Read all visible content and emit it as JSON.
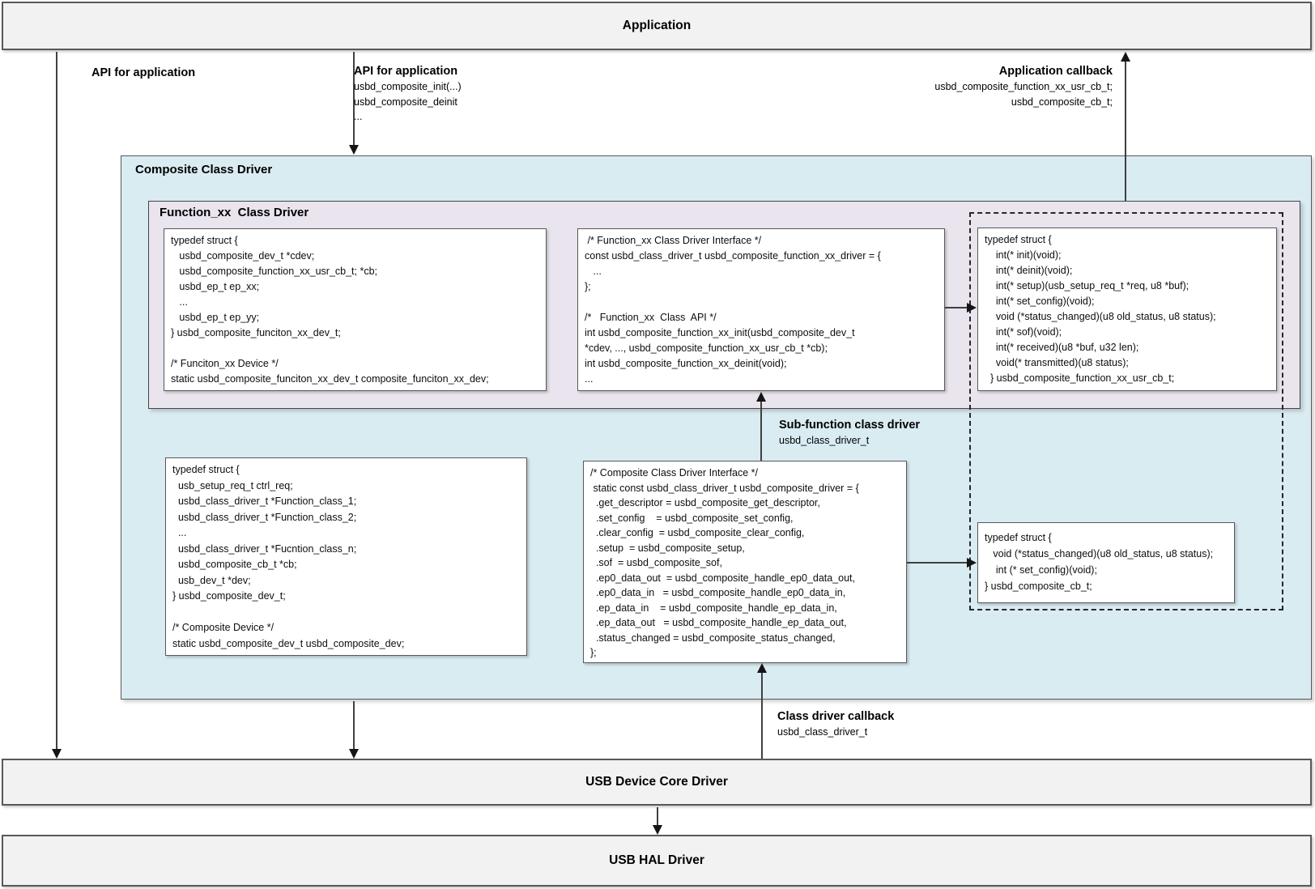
{
  "app_bar": {
    "title": "Application"
  },
  "core_bar": {
    "title": "USB Device Core Driver"
  },
  "hal_bar": {
    "title": "USB HAL Driver"
  },
  "composite_box": {
    "title": "Composite Class Driver"
  },
  "function_box": {
    "title": "Function_xx  Class Driver"
  },
  "labels": {
    "api_left": {
      "title": "API for application"
    },
    "api_mid": {
      "title": "API for application",
      "lines": [
        "usbd_composite_init(...)",
        "usbd_composite_deinit",
        "..."
      ]
    },
    "app_callback": {
      "title": "Application callback",
      "lines": [
        "usbd_composite_function_xx_usr_cb_t;",
        "usbd_composite_cb_t;"
      ]
    },
    "sub_function": {
      "title": "Sub-function class driver",
      "lines": [
        "usbd_class_driver_t"
      ]
    },
    "class_driver_callback": {
      "title": "Class driver callback",
      "lines": [
        "usbd_class_driver_t"
      ]
    }
  },
  "code_boxes": {
    "function_dev": {
      "lines": [
        "typedef struct {",
        "   usbd_composite_dev_t *cdev;",
        "   usbd_composite_function_xx_usr_cb_t; *cb;",
        "   usbd_ep_t ep_xx;",
        "   ...",
        "   usbd_ep_t ep_yy;",
        "} usbd_composite_funciton_xx_dev_t;",
        "",
        "/* Funciton_xx Device */",
        "static usbd_composite_funciton_xx_dev_t composite_funciton_xx_dev;"
      ]
    },
    "function_interface": {
      "lines": [
        " /* Function_xx Class Driver Interface */",
        "const usbd_class_driver_t usbd_composite_function_xx_driver = {",
        "   ...",
        "};",
        "",
        "/*   Function_xx  Class  API */",
        "int usbd_composite_function_xx_init(usbd_composite_dev_t",
        "*cdev, ..., usbd_composite_function_xx_usr_cb_t *cb);",
        "int usbd_composite_function_xx_deinit(void);",
        "..."
      ]
    },
    "usr_cb_struct": {
      "lines": [
        "typedef struct {",
        "    int(* init)(void);",
        "    int(* deinit)(void);",
        "    int(* setup)(usb_setup_req_t *req, u8 *buf);",
        "    int(* set_config)(void);",
        "    void (*status_changed)(u8 old_status, u8 status);",
        "    int(* sof)(void);",
        "    int(* received)(u8 *buf, u32 len);",
        "    void(* transmitted)(u8 status);",
        "  } usbd_composite_function_xx_usr_cb_t;"
      ]
    },
    "composite_dev": {
      "lines": [
        "typedef struct {",
        "  usb_setup_req_t ctrl_req;",
        "  usbd_class_driver_t *Function_class_1;",
        "  usbd_class_driver_t *Function_class_2;",
        "  ...",
        "  usbd_class_driver_t *Fucntion_class_n;",
        "  usbd_composite_cb_t *cb;",
        "  usb_dev_t *dev;",
        "} usbd_composite_dev_t;",
        "",
        "/* Composite Device */",
        "static usbd_composite_dev_t usbd_composite_dev;"
      ]
    },
    "composite_interface": {
      "lines": [
        "/* Composite Class Driver Interface */",
        " static const usbd_class_driver_t usbd_composite_driver = {",
        "  .get_descriptor = usbd_composite_get_descriptor,",
        "  .set_config    = usbd_composite_set_config,",
        "  .clear_config  = usbd_composite_clear_config,",
        "  .setup  = usbd_composite_setup,",
        "  .sof  = usbd_composite_sof,",
        "  .ep0_data_out  = usbd_composite_handle_ep0_data_out,",
        "  .ep0_data_in   = usbd_composite_handle_ep0_data_in,",
        "  .ep_data_in    = usbd_composite_handle_ep_data_in,",
        "  .ep_data_out   = usbd_composite_handle_ep_data_out,",
        "  .status_changed = usbd_composite_status_changed,",
        "};"
      ]
    },
    "composite_cb_struct": {
      "lines": [
        "typedef struct {",
        "   void (*status_changed)(u8 old_status, u8 status);",
        "    int (* set_config)(void);",
        "} usbd_composite_cb_t;"
      ]
    }
  },
  "colors": {
    "composite_box_fill": "#d9ecf2",
    "function_box_fill": "#e9e4ed",
    "bar_fill": "#f2f2f2",
    "box_border": "#595959",
    "arrow_line": "#404040",
    "arrow_head": "#151515"
  }
}
